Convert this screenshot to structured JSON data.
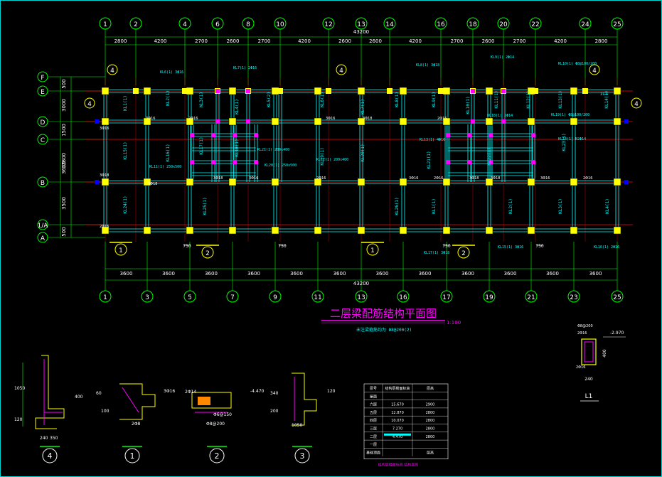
{
  "drawing": {
    "title": "二层梁配筋结构平面图",
    "scale": "1:100",
    "note": "未注梁箍筋均为 Φ8@200(2)"
  },
  "grid": {
    "top_axes": [
      "1",
      "2",
      "4",
      "6",
      "8",
      "10",
      "12",
      "13",
      "14",
      "16",
      "18",
      "20",
      "22",
      "24",
      "25"
    ],
    "bottom_axes": [
      "1",
      "3",
      "5",
      "7",
      "9",
      "11",
      "13",
      "16",
      "17",
      "19",
      "21",
      "23",
      "25"
    ],
    "top_dims": [
      "2800",
      "4200",
      "2700",
      "2600",
      "2700",
      "4200",
      "2600",
      "2600",
      "4200",
      "2700",
      "2600",
      "2700",
      "4200",
      "2800"
    ],
    "bottom_dims": [
      "3600",
      "3600",
      "3600",
      "3600",
      "3600",
      "3600",
      "3600",
      "3600",
      "3600",
      "3600",
      "3600",
      "3600"
    ],
    "total_length": "43200",
    "left_axes": [
      "F",
      "E",
      "D",
      "C",
      "B",
      "1/A",
      "A"
    ],
    "left_dims_outer": [
      "500",
      "3000",
      "1500",
      "12800",
      "3600",
      "3500",
      "500"
    ],
    "section_markers": [
      "4",
      "4",
      "4",
      "4",
      "1",
      "2",
      "1",
      "2"
    ],
    "offset_label": "750"
  },
  "beam_labels": {
    "kl": [
      "KL1(1)",
      "KL2(1)",
      "KL3(1)",
      "KL4(1)",
      "KL5(2)",
      "KL6(1)",
      "KL7(1)",
      "KL8(1)",
      "KL9(1)",
      "KL10(1)",
      "KL11(1)",
      "KL12(1)",
      "KL13(1)",
      "KL14(1)",
      "KL15(1)",
      "KL16(1)",
      "KL17(1)",
      "KL18(1)",
      "KL19(1)",
      "KL20(1)",
      "KL21(1)",
      "KL22(1)",
      "KL23(1)",
      "KL24(1)",
      "KL25(1)",
      "KL26(1)"
    ],
    "rebar": [
      "3Φ16",
      "2Φ16",
      "3Φ18",
      "2Φ14",
      "Φ8@100/200",
      "250x500",
      "200x400",
      "4Φ16",
      "N2Φ14"
    ],
    "detail_tag": "1L1"
  },
  "sections": {
    "markers": [
      "4",
      "1",
      "2",
      "3"
    ],
    "dims": [
      "1050",
      "120",
      "240",
      "350",
      "400",
      "60",
      "100",
      "2Φ8",
      "2Φ14",
      "Φ8@200",
      "Φ6@150",
      "3Φ16",
      "-4.470",
      "340",
      "200"
    ],
    "l1": {
      "name": "L1",
      "level": "-2.970",
      "width": "240",
      "height": "400",
      "top": "2Φ16",
      "bot": "2Φ16",
      "stir": "Φ8@200"
    }
  },
  "floor_table": {
    "header": [
      "层号",
      "结构层楼面标高",
      "层高"
    ],
    "rows": [
      [
        "屋面",
        "",
        ""
      ],
      [
        "六层",
        "15.670",
        "2900"
      ],
      [
        "五层",
        "12.870",
        "2800"
      ],
      [
        "四层",
        "10.070",
        "2800"
      ],
      [
        "三层",
        "7.270",
        "2800"
      ],
      [
        "二层",
        "4.470",
        "2800"
      ],
      [
        "一层",
        "",
        ""
      ],
      [
        "基础顶面",
        "",
        "层高"
      ]
    ],
    "footer": "结构层楼面标高 结构层高"
  },
  "colors": {
    "frame": "#00d2d2",
    "axis": "#00ff00",
    "beam": "#00ffff",
    "column": "#ffff00",
    "title": "#ff00ff",
    "red_line": "#ff0000",
    "text": "#ffffff",
    "blue": "#0000ff"
  }
}
